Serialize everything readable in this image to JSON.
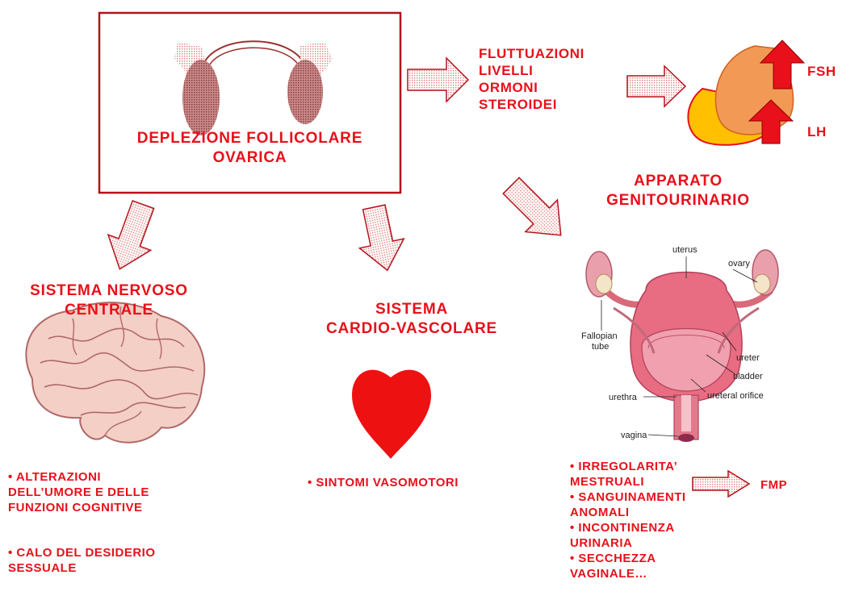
{
  "box": {
    "line1": "DEPLEZIONE FOLLICOLARE",
    "line2": "OVARICA"
  },
  "hormones": {
    "line1": "FLUTTUAZIONI",
    "line2": "LIVELLI",
    "line3": "ORMONI",
    "line4": "STEROIDEI"
  },
  "pituitary": {
    "fsh": "FSH",
    "lh": "LH"
  },
  "genito": {
    "title1": "APPARATO",
    "title2": "GENITOURINARIO",
    "labels": {
      "uterus": "uterus",
      "ovary": "ovary",
      "fallopian1": "Fallopian",
      "fallopian2": "tube",
      "ureter": "ureter",
      "bladder": "bladder",
      "urethra": "urethra",
      "ureteral_orifice": "ureteral orifice",
      "vagina": "vagina"
    },
    "items": [
      {
        "line1": "• IRREGOLARITA’",
        "line2": "MESTRUALI"
      },
      {
        "line1": "• SANGUINAMENTI",
        "line2": "ANOMALI"
      },
      {
        "line1": "• INCONTINENZA",
        "line2": "URINARIA"
      },
      {
        "line1": "• SECCHEZZA",
        "line2": "VAGINALE…"
      }
    ],
    "fmp": "FMP"
  },
  "snc": {
    "title1": "SISTEMA NERVOSO",
    "title2": "CENTRALE",
    "item1": {
      "line1": "• ALTERAZIONI",
      "line2": "DELL’UMORE E DELLE",
      "line3": "FUNZIONI COGNITIVE"
    },
    "item2": {
      "line1": "• CALO DEL DESIDERIO",
      "line2": "SESSUALE"
    }
  },
  "cv": {
    "title1": "SISTEMA",
    "title2": "CARDIO-VASCOLARE",
    "item1": "• SINTOMI VASOMOTORI"
  },
  "colors": {
    "accent": "#e8101a",
    "arrow_fill": "#f3c8c8",
    "heart": "#ee1111",
    "brain": "#f4cfc6",
    "pituitary_front": "#f29a55",
    "pituitary_back": "#ffc000"
  }
}
